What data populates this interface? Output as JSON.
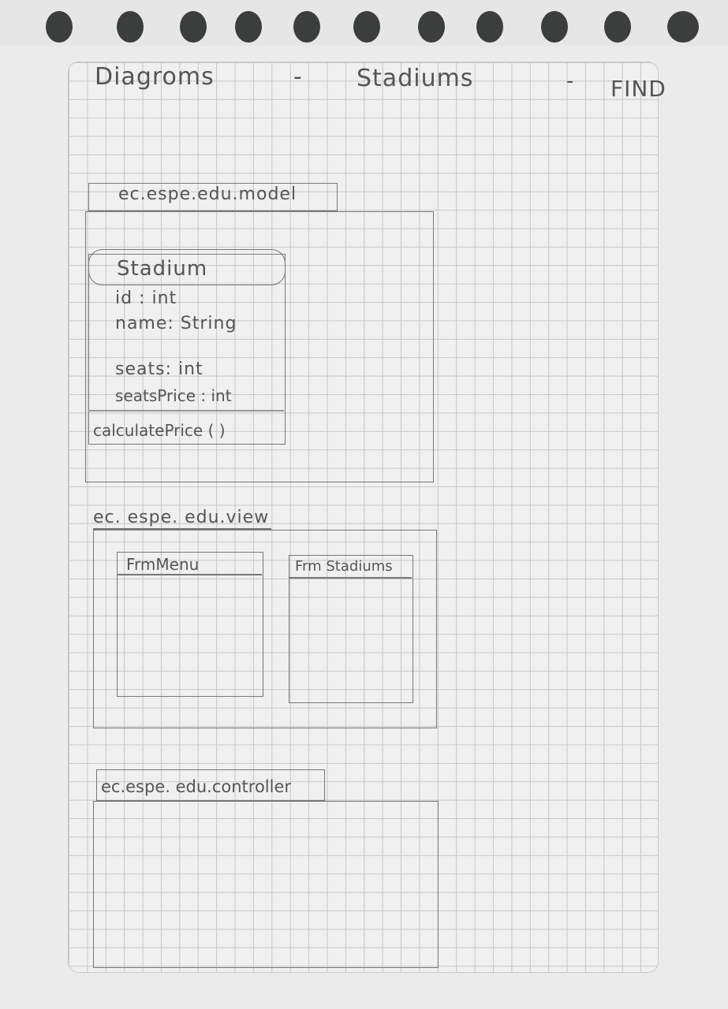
{
  "title": {
    "left": "Diagroms",
    "dash1": "-",
    "middle": "Stadiums",
    "dash2": "-",
    "right": "FIND"
  },
  "packages": {
    "model": {
      "label": "ec.espe.edu.model",
      "class": {
        "name": "Stadium",
        "attributes": [
          "id : int",
          "name: String",
          "seats: int",
          "seatsPrice : int"
        ],
        "method": "calculatePrice ( )"
      }
    },
    "view": {
      "label": "ec. espe. edu.view",
      "forms": [
        "FrmMenu",
        "Frm Stadiums"
      ]
    },
    "controller": {
      "label": "ec.espe. edu.controller"
    }
  }
}
